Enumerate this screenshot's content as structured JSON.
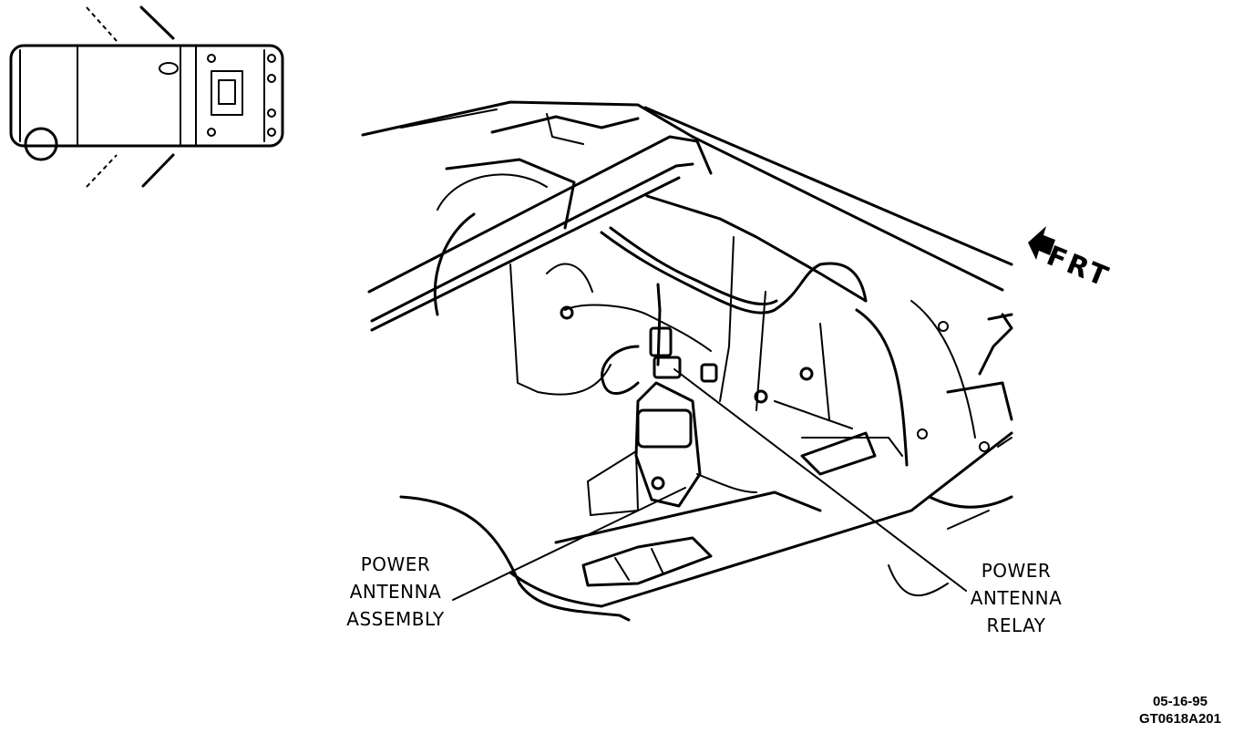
{
  "labels": {
    "power_antenna_assembly": [
      "POWER",
      "ANTENNA",
      "ASSEMBLY"
    ],
    "power_antenna_relay": [
      "POWER",
      "ANTENNA",
      "RELAY"
    ],
    "front_direction": "FRT"
  },
  "document_code": {
    "date": "05-16-95",
    "figure_id": "GT0618A201"
  },
  "colors": {
    "line": "#000000",
    "background": "#ffffff"
  }
}
